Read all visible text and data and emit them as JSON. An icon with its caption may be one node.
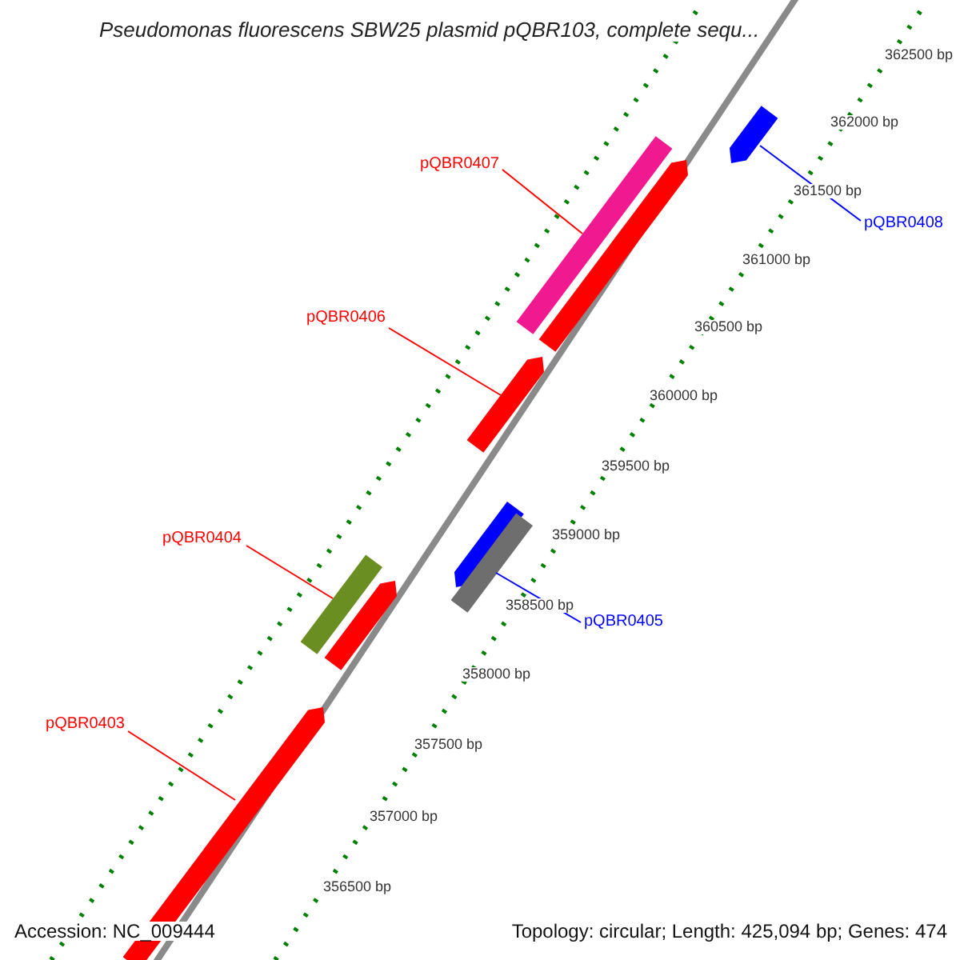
{
  "diagram": {
    "title": "Pseudomonas fluorescens SBW25 plasmid pQBR103, complete sequ...",
    "nodes": [
      {
        "text": [
          "pQBR0407"
        ]
      },
      {
        "text": [
          "pQBR0408"
        ]
      },
      {
        "text": [
          "pQBR0406"
        ]
      },
      {
        "text": [
          "pQBR0404"
        ]
      },
      {
        "text": [
          "pQBR0405"
        ]
      },
      {
        "text": [
          "pQBR0403"
        ]
      },
      {
        "text": [],
        "shape": "arrow"
      },
      {
        "text": [],
        "shape": "bar"
      },
      {
        "text": [],
        "shape": "arrow"
      },
      {
        "text": [],
        "shape": "arrow"
      },
      {
        "text": [],
        "shape": "arrow"
      },
      {
        "text": [],
        "shape": "bar"
      },
      {
        "text": [],
        "shape": "bar"
      },
      {
        "text": [],
        "shape": "arrow"
      },
      {
        "text": [],
        "shape": "arrow"
      }
    ],
    "edges": [
      {
        "from": 0,
        "to": 7,
        "arrow": "none"
      },
      {
        "from": 1,
        "to": 6,
        "arrow": "none",
        "color": "#0000ff"
      },
      {
        "from": 2,
        "to": 9,
        "arrow": "none"
      },
      {
        "from": 3,
        "to": 12,
        "arrow": "none"
      },
      {
        "from": 4,
        "to": 11,
        "arrow": "none",
        "color": "#0000ff"
      },
      {
        "from": 5,
        "to": 14,
        "arrow": "none"
      }
    ],
    "labels": [
      "362500 bp",
      "362000 bp",
      "361500 bp",
      "361000 bp",
      "360500 bp",
      "360000 bp",
      "359500 bp",
      "359000 bp",
      "358500 bp",
      "358000 bp",
      "357500 bp",
      "357000 bp",
      "356500 bp",
      "Accession: NC_009444",
      "Topology: circular; Length: 425,094 bp; Genes: 474"
    ]
  }
}
